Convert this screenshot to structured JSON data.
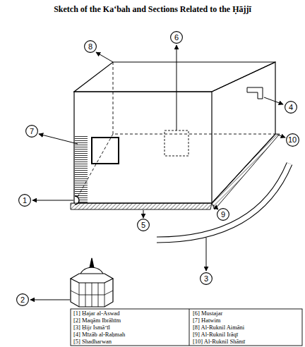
{
  "diagram": {
    "title": "Sketch of the Ka‘bah and Sections Related to the Ḥājjī",
    "nodes": [
      {
        "text": [
          "1"
        ]
      },
      {
        "text": [
          "2"
        ]
      },
      {
        "text": [
          "3"
        ]
      },
      {
        "text": [
          "4"
        ]
      },
      {
        "text": [
          "5"
        ]
      },
      {
        "text": [
          "6"
        ]
      },
      {
        "text": [
          "7"
        ]
      },
      {
        "text": [
          "8"
        ]
      },
      {
        "text": [
          "9"
        ]
      },
      {
        "text": [
          "10"
        ]
      }
    ],
    "labels": [
      "[1] Ḥajar al-Aswad",
      "[6] Mustajar",
      "[2] Maqām Ibrāhīm",
      "[7] Hatwim",
      "[3] Ḥijr Ismā‘īl",
      "[8] Al-Ruknil Aimāni",
      "[4] Mīzāb al-Raḥmah",
      "[9] Al-Ruknil Irāqī",
      "[5] Shadharwan",
      "[10] Al-Ruknil Shāmī"
    ]
  }
}
